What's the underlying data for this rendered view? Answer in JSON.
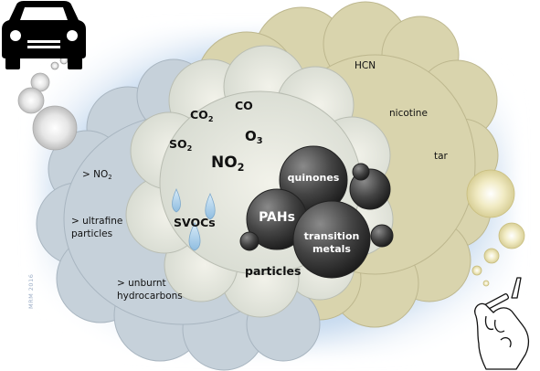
{
  "car_emissions": [
    {
      "prefix": "> ",
      "main": "NO",
      "sub": "2"
    },
    {
      "prefix": "> ",
      "main": "ultrafine particles"
    },
    {
      "prefix": "> ",
      "main": "unburnt hydrocarbons"
    }
  ],
  "gases": {
    "co2": {
      "main": "CO",
      "sub": "2"
    },
    "co": "CO",
    "so2": {
      "main": "SO",
      "sub": "2"
    },
    "o3": {
      "main": "O",
      "sub": "3"
    },
    "no2": {
      "main": "NO",
      "sub": "2"
    }
  },
  "svocs": "SVOCs",
  "particles": {
    "quinones": "quinones",
    "pahs": "PAHs",
    "transition_metals": "transition metals",
    "label": "particles"
  },
  "tobacco": {
    "hcn": "HCN",
    "nicotine": "nicotine",
    "tar": "tar"
  },
  "signature": "MRM 2016",
  "colors": {
    "backdrop_blue": "#c9dcef",
    "car_cloud": "#c7d2dc",
    "inner_cloud": "#e4e7df",
    "tobacco_cloud": "#d9d4ae",
    "particle_dark": "#3a3a3a",
    "droplet": "#9fc5e4"
  },
  "icons": [
    "car-icon",
    "hand-cigarette-icon"
  ]
}
